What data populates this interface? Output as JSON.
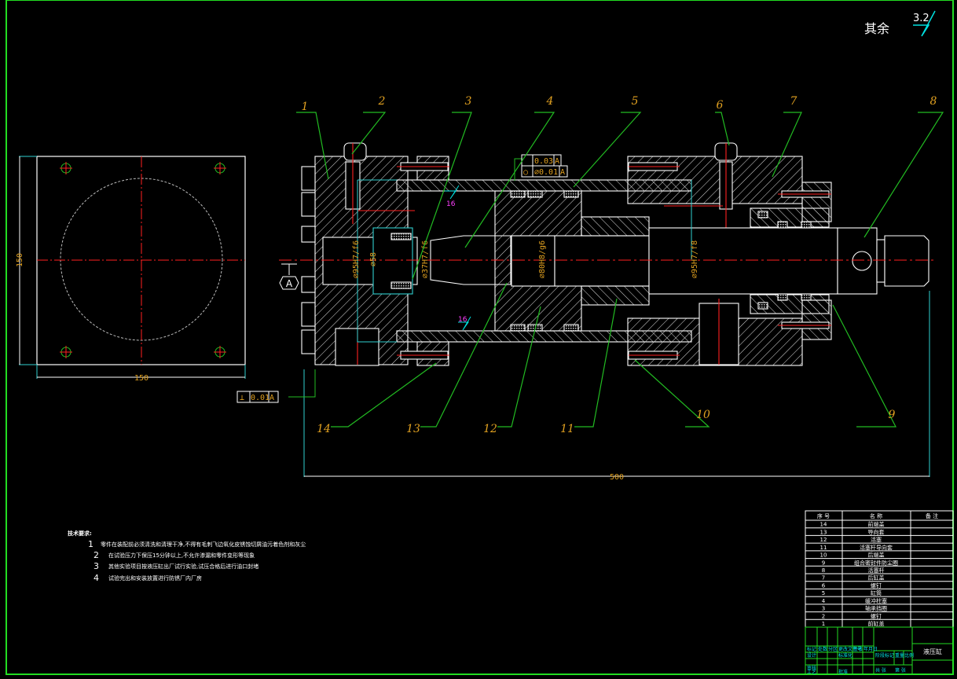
{
  "roughness": {
    "label": "其余",
    "value": "3.2"
  },
  "end_view": {
    "width_dim": "150",
    "height_dim": "150"
  },
  "section_view": {
    "overall_length_dim": "500",
    "datum_label": "A",
    "balloons": [
      "1",
      "2",
      "3",
      "4",
      "5",
      "6",
      "7",
      "8",
      "9",
      "10",
      "11",
      "12",
      "13",
      "14"
    ],
    "fits": [
      "⌀95H7/f6",
      "⌀58",
      "⌀37H7/f6",
      "⌀80H8/g6",
      "⌀95H7/f8"
    ],
    "local_roughness": [
      "16",
      "16"
    ],
    "tolerance_frames": [
      {
        "symbol": "↗",
        "value": "0.03",
        "datum": "A"
      },
      {
        "symbol": "○",
        "value": "⌀0.01",
        "datum": "A"
      },
      {
        "symbol": "⊥",
        "value": "0.01",
        "datum": "A"
      }
    ]
  },
  "tech_requirements": {
    "title": "技术要求:",
    "items": [
      {
        "num": "1",
        "text": "零件在装配前必须清洗和清理干净,不得有毛刺飞边氧化皮锈蚀切屑油污着色剂和灰尘"
      },
      {
        "num": "2",
        "text": "在试验压力下保压15分钟以上,不允许渗漏和零件变形等现象"
      },
      {
        "num": "3",
        "text": "其他实验项目按液压缸出厂试行实验,试压合格后进行油口封堵"
      },
      {
        "num": "4",
        "text": "试验完出和安装放置进行防锈厂内厂房"
      }
    ]
  },
  "parts_list": {
    "headers": [
      "序 号",
      "名 称",
      "备 注"
    ],
    "rows": [
      {
        "no": "14",
        "name": "前端盖"
      },
      {
        "no": "13",
        "name": "导向套"
      },
      {
        "no": "12",
        "name": "活塞"
      },
      {
        "no": "11",
        "name": "活塞杆导向套"
      },
      {
        "no": "10",
        "name": "后端盖"
      },
      {
        "no": "9",
        "name": "组合密封件防尘圈"
      },
      {
        "no": "8",
        "name": "活塞杆"
      },
      {
        "no": "7",
        "name": "后缸盖"
      },
      {
        "no": "6",
        "name": "螺钉"
      },
      {
        "no": "5",
        "name": "缸筒"
      },
      {
        "no": "4",
        "name": "缓冲柱塞"
      },
      {
        "no": "3",
        "name": "轴承挡圈"
      },
      {
        "no": "2",
        "name": "螺钉"
      },
      {
        "no": "1",
        "name": "前缸盖"
      }
    ]
  },
  "title_block": {
    "labels": [
      "标记",
      "处数",
      "分区",
      "更改文件号",
      "签名",
      "年月日",
      "设计",
      "标准化",
      "审核",
      "工艺",
      "批准",
      "阶段标记",
      "重量",
      "比例",
      "共 张",
      "第 张"
    ],
    "drawing_name": "液压缸"
  },
  "colors": {
    "border": "#22dd22",
    "outline": "#ffffff",
    "center": "#ff2020",
    "leader": "#22bb22",
    "dim_text": "#e0a020",
    "dim_line": "#30d0d0"
  }
}
